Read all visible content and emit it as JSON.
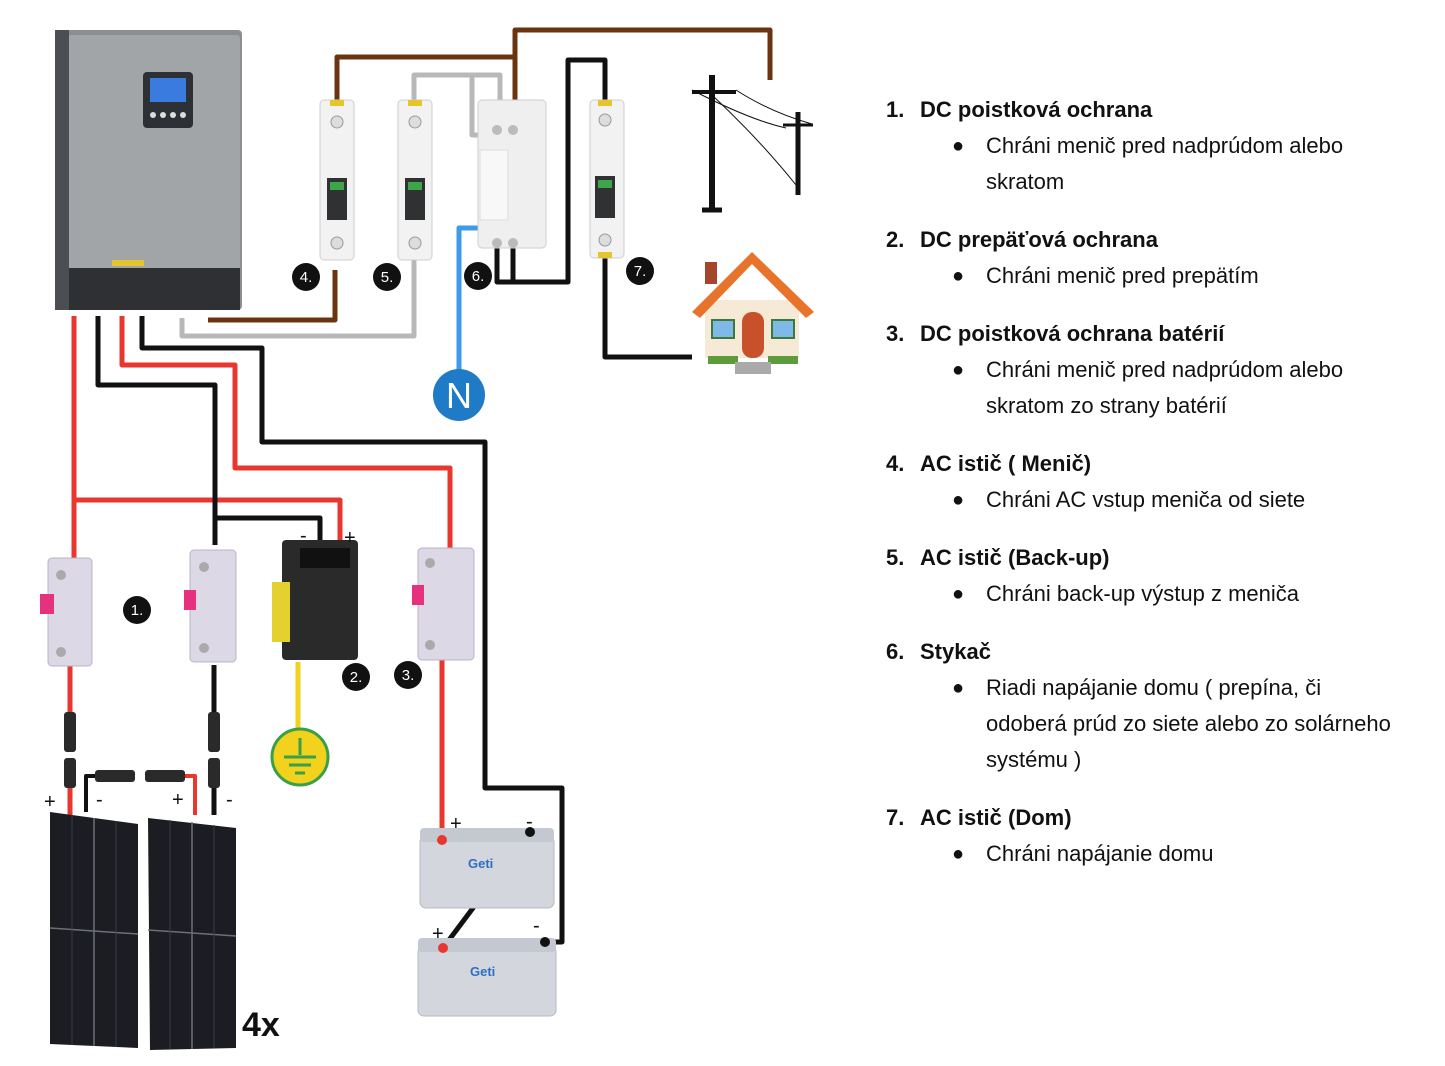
{
  "diagram": {
    "markers": [
      {
        "id": "m1",
        "label": "1."
      },
      {
        "id": "m2",
        "label": "2."
      },
      {
        "id": "m3",
        "label": "3."
      },
      {
        "id": "m4",
        "label": "4."
      },
      {
        "id": "m5",
        "label": "5."
      },
      {
        "id": "m6",
        "label": "6."
      },
      {
        "id": "m7",
        "label": "7."
      }
    ],
    "neutral_label": "N",
    "panel_count_label": "4x",
    "battery_brand": "Geti",
    "polarity_plus": "+",
    "polarity_minus": "-",
    "colors": {
      "dc_positive": "#e8372f",
      "dc_negative": "#111111",
      "ac_line": "#6b3410",
      "ac_backup": "#b8b8b8",
      "neutral": "#3d9be9",
      "ground": "#f2d21c"
    }
  },
  "legend": {
    "items": [
      {
        "num": "1.",
        "title": "DC poistková ochrana",
        "desc": [
          "Chráni menič pred nadprúdom alebo",
          "skratom"
        ]
      },
      {
        "num": "2.",
        "title": "DC prepäťová ochrana",
        "desc": [
          "Chráni menič pred prepätím"
        ]
      },
      {
        "num": "3.",
        "title": "DC poistková ochrana batérií",
        "desc": [
          "Chráni menič pred nadprúdom alebo",
          "skratom zo strany batérií"
        ]
      },
      {
        "num": "4.",
        "title": "AC istič ( Menič)",
        "desc": [
          "Chráni AC vstup meniča od siete"
        ]
      },
      {
        "num": "5.",
        "title": "AC istič (Back-up)",
        "desc": [
          "Chráni back-up výstup z meniča"
        ]
      },
      {
        "num": "6.",
        "title": "Stykač",
        "desc": [
          "Riadi napájanie domu ( prepína, či",
          "odoberá prúd zo siete alebo zo solárneho",
          "systému )"
        ]
      },
      {
        "num": "7.",
        "title": "AC istič (Dom)",
        "desc": [
          "Chráni napájanie domu"
        ]
      }
    ]
  }
}
